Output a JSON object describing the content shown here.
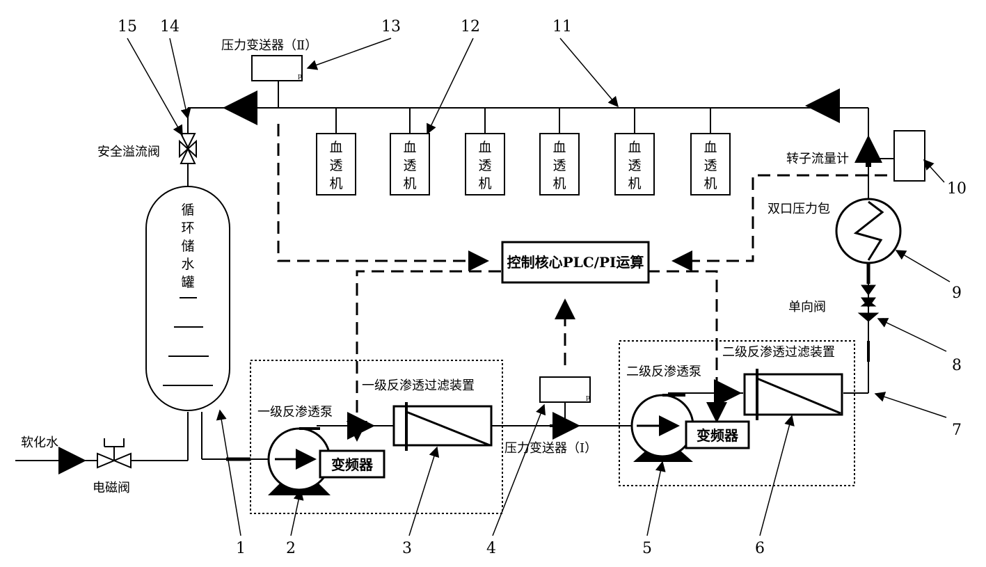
{
  "labels": {
    "soft_water": "软化水",
    "solenoid_valve": "电磁阀",
    "safety_valve": "安全溢流阀",
    "tank_chars": [
      "循",
      "环",
      "储",
      "水",
      "罐"
    ],
    "pressure_tx_2": "压力变送器（Ⅱ）",
    "pressure_tx_1": "压力变送器（Ⅰ）",
    "dialysis_chars": [
      "血",
      "透",
      "机"
    ],
    "control_core": "控制核心PLC/PI运算",
    "pump1_label": "一级反渗透泵",
    "filter1_label": "一级反渗透过滤装置",
    "pump2_label": "二级反渗透泵",
    "filter2_label": "二级反渗透过滤装置",
    "inverter": "变频器",
    "flowmeter": "转子流量计",
    "pressure_tank": "双口压力包",
    "check_valve": "单向阀"
  },
  "numbers": [
    "1",
    "2",
    "3",
    "4",
    "5",
    "6",
    "7",
    "8",
    "9",
    "10",
    "11",
    "12",
    "13",
    "14",
    "15"
  ]
}
